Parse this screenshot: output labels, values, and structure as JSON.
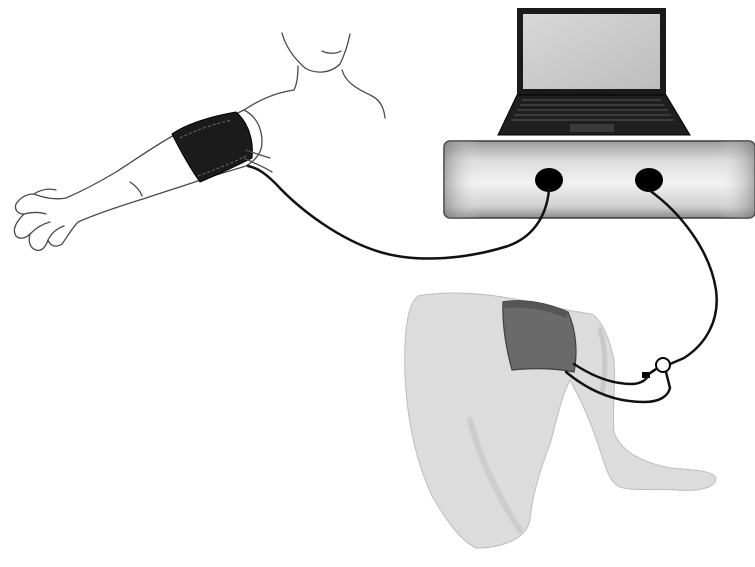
{
  "figure": {
    "kind": "illustration",
    "elements": [
      "upper-body-outline",
      "arm-cuff",
      "laptop",
      "measurement-device",
      "leg",
      "thigh-cuff",
      "sensor-clip",
      "cables"
    ]
  },
  "colors": {
    "background": "#ffffff",
    "line": "#4a4a4a",
    "cuff_arm": "#1b1b1b",
    "cuff_thigh": "#6a6a6a",
    "device_light": "#e6e6e6",
    "device_dark": "#8a8a8a",
    "port": "#000000",
    "cable": "#111111",
    "laptop_body": "#1a1a1a",
    "laptop_screen": "#cfcfcf",
    "leg_fill": "#dcdcdc",
    "leg_shadow": "#c4c4c4"
  },
  "icons": {
    "computer": "laptop-icon",
    "sensor": "sensor-clip-icon"
  }
}
